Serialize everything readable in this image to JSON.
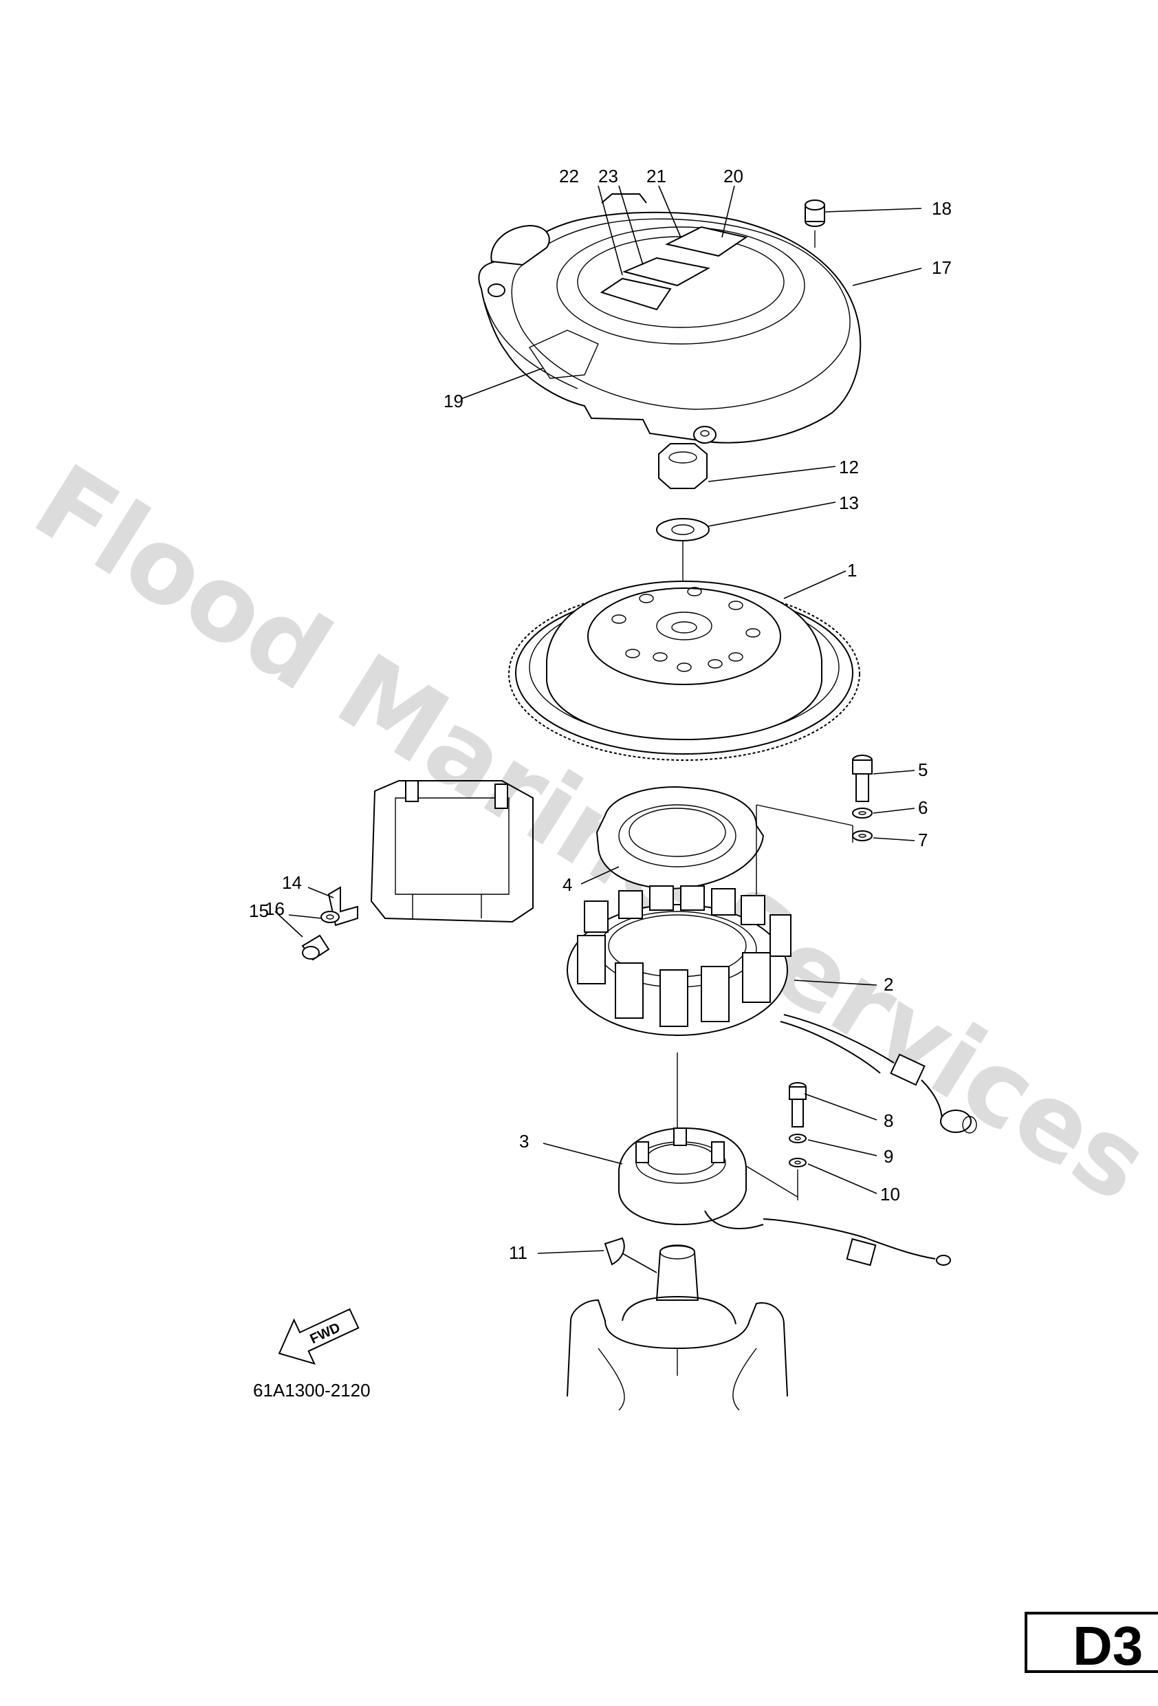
{
  "watermark": "Flood Marine Services",
  "diagram_code": "61A1300-2120",
  "page_tag": "D3",
  "fwd_label": "FWD",
  "callouts": {
    "c1": "1",
    "c2": "2",
    "c3": "3",
    "c4": "4",
    "c5": "5",
    "c6": "6",
    "c7": "7",
    "c8": "8",
    "c9": "9",
    "c10": "10",
    "c11": "11",
    "c12": "12",
    "c13": "13",
    "c14": "14",
    "c15": "15",
    "c16": "16",
    "c17": "17",
    "c18": "18",
    "c19": "19",
    "c20": "20",
    "c21": "21",
    "c22": "22",
    "c23": "23"
  }
}
